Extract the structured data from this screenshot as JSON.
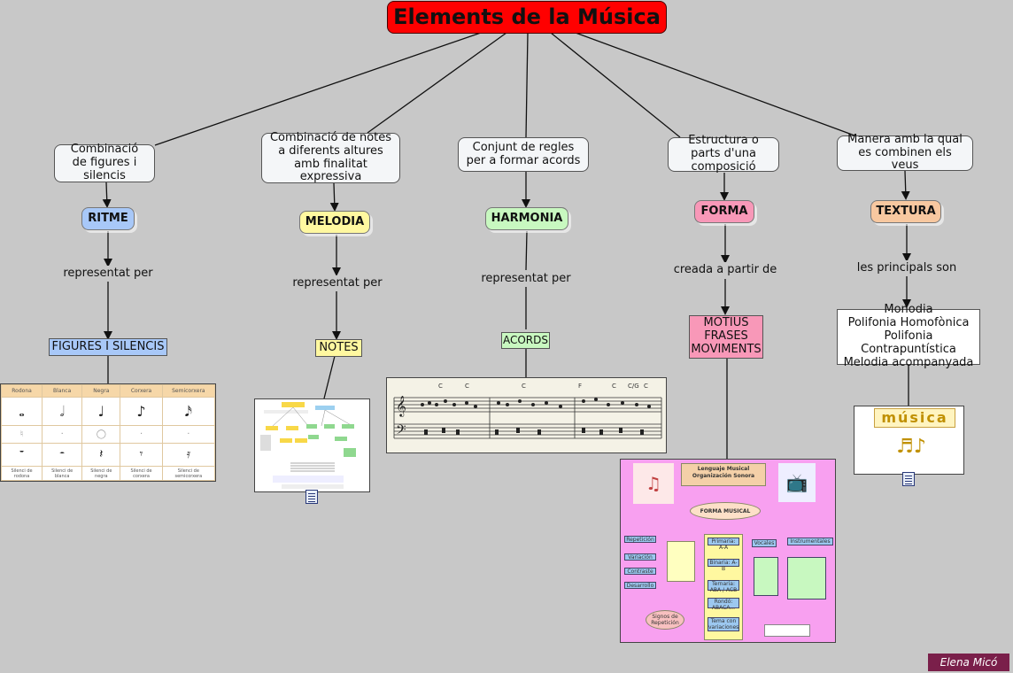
{
  "title": "Elements de la Música",
  "branches": [
    {
      "description": "Combinació de figures i silencis",
      "name": "RITME",
      "link": "representat per",
      "target": "FIGURES I SILENCIS"
    },
    {
      "description": "Combinació de notes a diferents altures amb finalitat expressiva",
      "name": "MELODIA",
      "link": "representat per",
      "target": "NOTES"
    },
    {
      "description": "Conjunt de regles per a formar acords",
      "name": "HARMONIA",
      "link": "representat per",
      "target": "ACORDS"
    },
    {
      "description": "Estructura o parts d'una composició",
      "name": "FORMA",
      "link": "creada a partir de",
      "target": "MOTIUS\nFRASES\nMOVIMENTS"
    },
    {
      "description": "Manera amb la qual es combinen els veus",
      "name": "TEXTURA",
      "link": "les principals son",
      "target": "Monodia\nPolifonia Homofònica\nPolifonia Contrapuntística\nMelodia acompanyada"
    }
  ],
  "rhythm_table": {
    "headers": [
      "Rodona",
      "Blanca",
      "Negra",
      "Corxera",
      "Semicorxera"
    ],
    "notes": [
      "𝅝",
      "𝅗𝅥",
      "♩",
      "♪",
      "𝅘𝅥𝅯"
    ],
    "rests": [
      "𝄻",
      "𝄼",
      "𝄽",
      "𝄾",
      "𝄿"
    ],
    "rest_labels": [
      "Silenci de rodona",
      "Silenci de blanca",
      "Silenci de negra",
      "Silenci de corxera",
      "Silenci de semicorxera"
    ]
  },
  "chord_labels": [
    "C",
    "C",
    "C",
    "F",
    "C",
    "C/G",
    "C"
  ],
  "forma_image": {
    "top": "Lenguaje Musical\nOrganización Sonora",
    "center": "FORMA MUSICAL",
    "left_items": [
      "Repetición",
      "Variación",
      "Contraste",
      "Desarrollo"
    ],
    "middle_items": [
      "Primaria: A-A",
      "Binaria: A-B",
      "Ternaria: ABA / ACB",
      "Rondó: ABACA...",
      "Tema con variaciones"
    ],
    "vocales": "Vocales",
    "instrumentales": "Instrumentales",
    "bottom": "Signos de Repetición"
  },
  "textura_image": {
    "word": "música"
  },
  "author": "Elena Micó",
  "colors": {
    "title": "#ff0000",
    "ritme": "#a8c8f8",
    "melodia": "#fff8a0",
    "harmonia": "#c8f8c0",
    "forma": "#f898b8",
    "textura": "#f8c8a0",
    "figures": "#a8c8f8",
    "notes": "#fff8a0",
    "acords": "#c8f8c0",
    "motius": "#f898b8",
    "monodia": "#ffffff"
  }
}
